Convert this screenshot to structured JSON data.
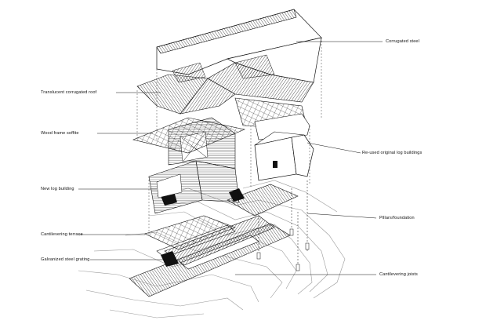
{
  "colors": {
    "line": "#111111",
    "fill": "#ffffff",
    "terrain": "#9a9a9a"
  },
  "labels": {
    "corrugated_steel": "Corrugated steel",
    "translucent_roof": "Translucent corrugated roof",
    "wood_frame_soffite": "Wood frame soffite",
    "reused_log_buildings": "Re-used original log buildings",
    "new_log_building": "New log building",
    "pillars_foundation": "Pillars/foundation",
    "cantilevering_terrace": "Cantilevering terrace",
    "galvanized_steel_grating": "Galvanized steel grating",
    "cantilevering_joists": "Cantilevering joists"
  }
}
